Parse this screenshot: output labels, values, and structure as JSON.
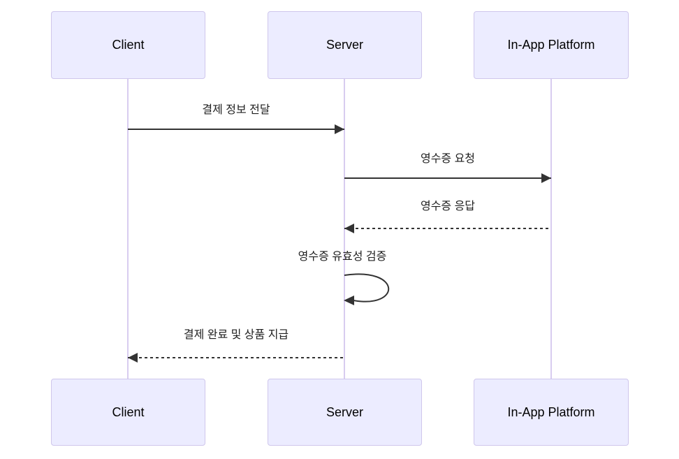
{
  "diagram": {
    "type": "sequence-diagram",
    "actors": [
      {
        "id": "client",
        "label": "Client"
      },
      {
        "id": "server",
        "label": "Server"
      },
      {
        "id": "inapp",
        "label": "In-App Platform"
      }
    ],
    "messages": [
      {
        "from": "Client",
        "to": "Server",
        "label": "결제 정보 전달",
        "line": "solid"
      },
      {
        "from": "Server",
        "to": "In-App Platform",
        "label": "영수증 요청",
        "line": "solid"
      },
      {
        "from": "In-App Platform",
        "to": "Server",
        "label": "영수증 응답",
        "line": "dashed"
      },
      {
        "from": "Server",
        "to": "Server",
        "label": "영수증 유효성 검증",
        "line": "self-loop"
      },
      {
        "from": "Server",
        "to": "Client",
        "label": "결제 완료 및 상품 지급",
        "line": "dashed"
      }
    ],
    "colors": {
      "actor_fill": "#ECECFF",
      "actor_border": "#CFC6EC",
      "lifeline": "#D8CCF0",
      "arrow": "#333333",
      "text": "#1F1F1F",
      "background": "#FFFFFF"
    }
  }
}
